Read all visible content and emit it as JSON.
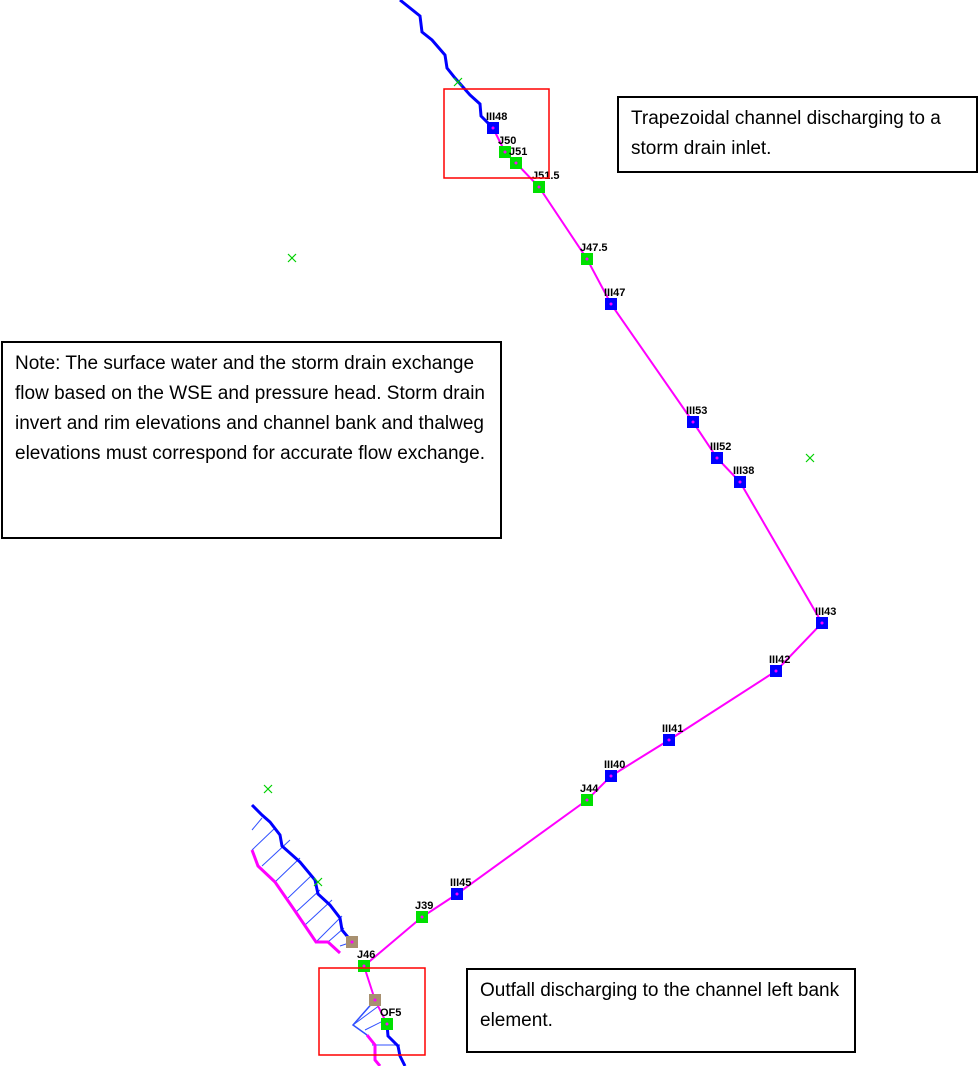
{
  "annotations": {
    "channel_inlet": "Trapezoidal channel discharging to a storm drain inlet.",
    "note": "Note: The surface water and the storm drain exchange flow based on the WSE and pressure head.  Storm drain invert and rim elevations and channel bank and thalweg elevations must correspond for accurate flow exchange.",
    "outfall": "Outfall discharging to the channel left bank element."
  },
  "nodes": {
    "inlets": [
      "III48",
      "III47",
      "III53",
      "III52",
      "III38",
      "III43",
      "III42",
      "III41",
      "III40",
      "III45"
    ],
    "junctions": [
      "J50",
      "J51",
      "J51.5",
      "J47.5",
      "J44",
      "J39",
      "J46"
    ],
    "outfalls": [
      "OF5"
    ]
  },
  "colors": {
    "channel": "#0000ff",
    "storm_drain_pipe": "#ff00ff",
    "inlet_node": "#0000ff",
    "junction_node": "#00e000",
    "channel_node": "#a89070",
    "highlight": "#ff0000"
  }
}
